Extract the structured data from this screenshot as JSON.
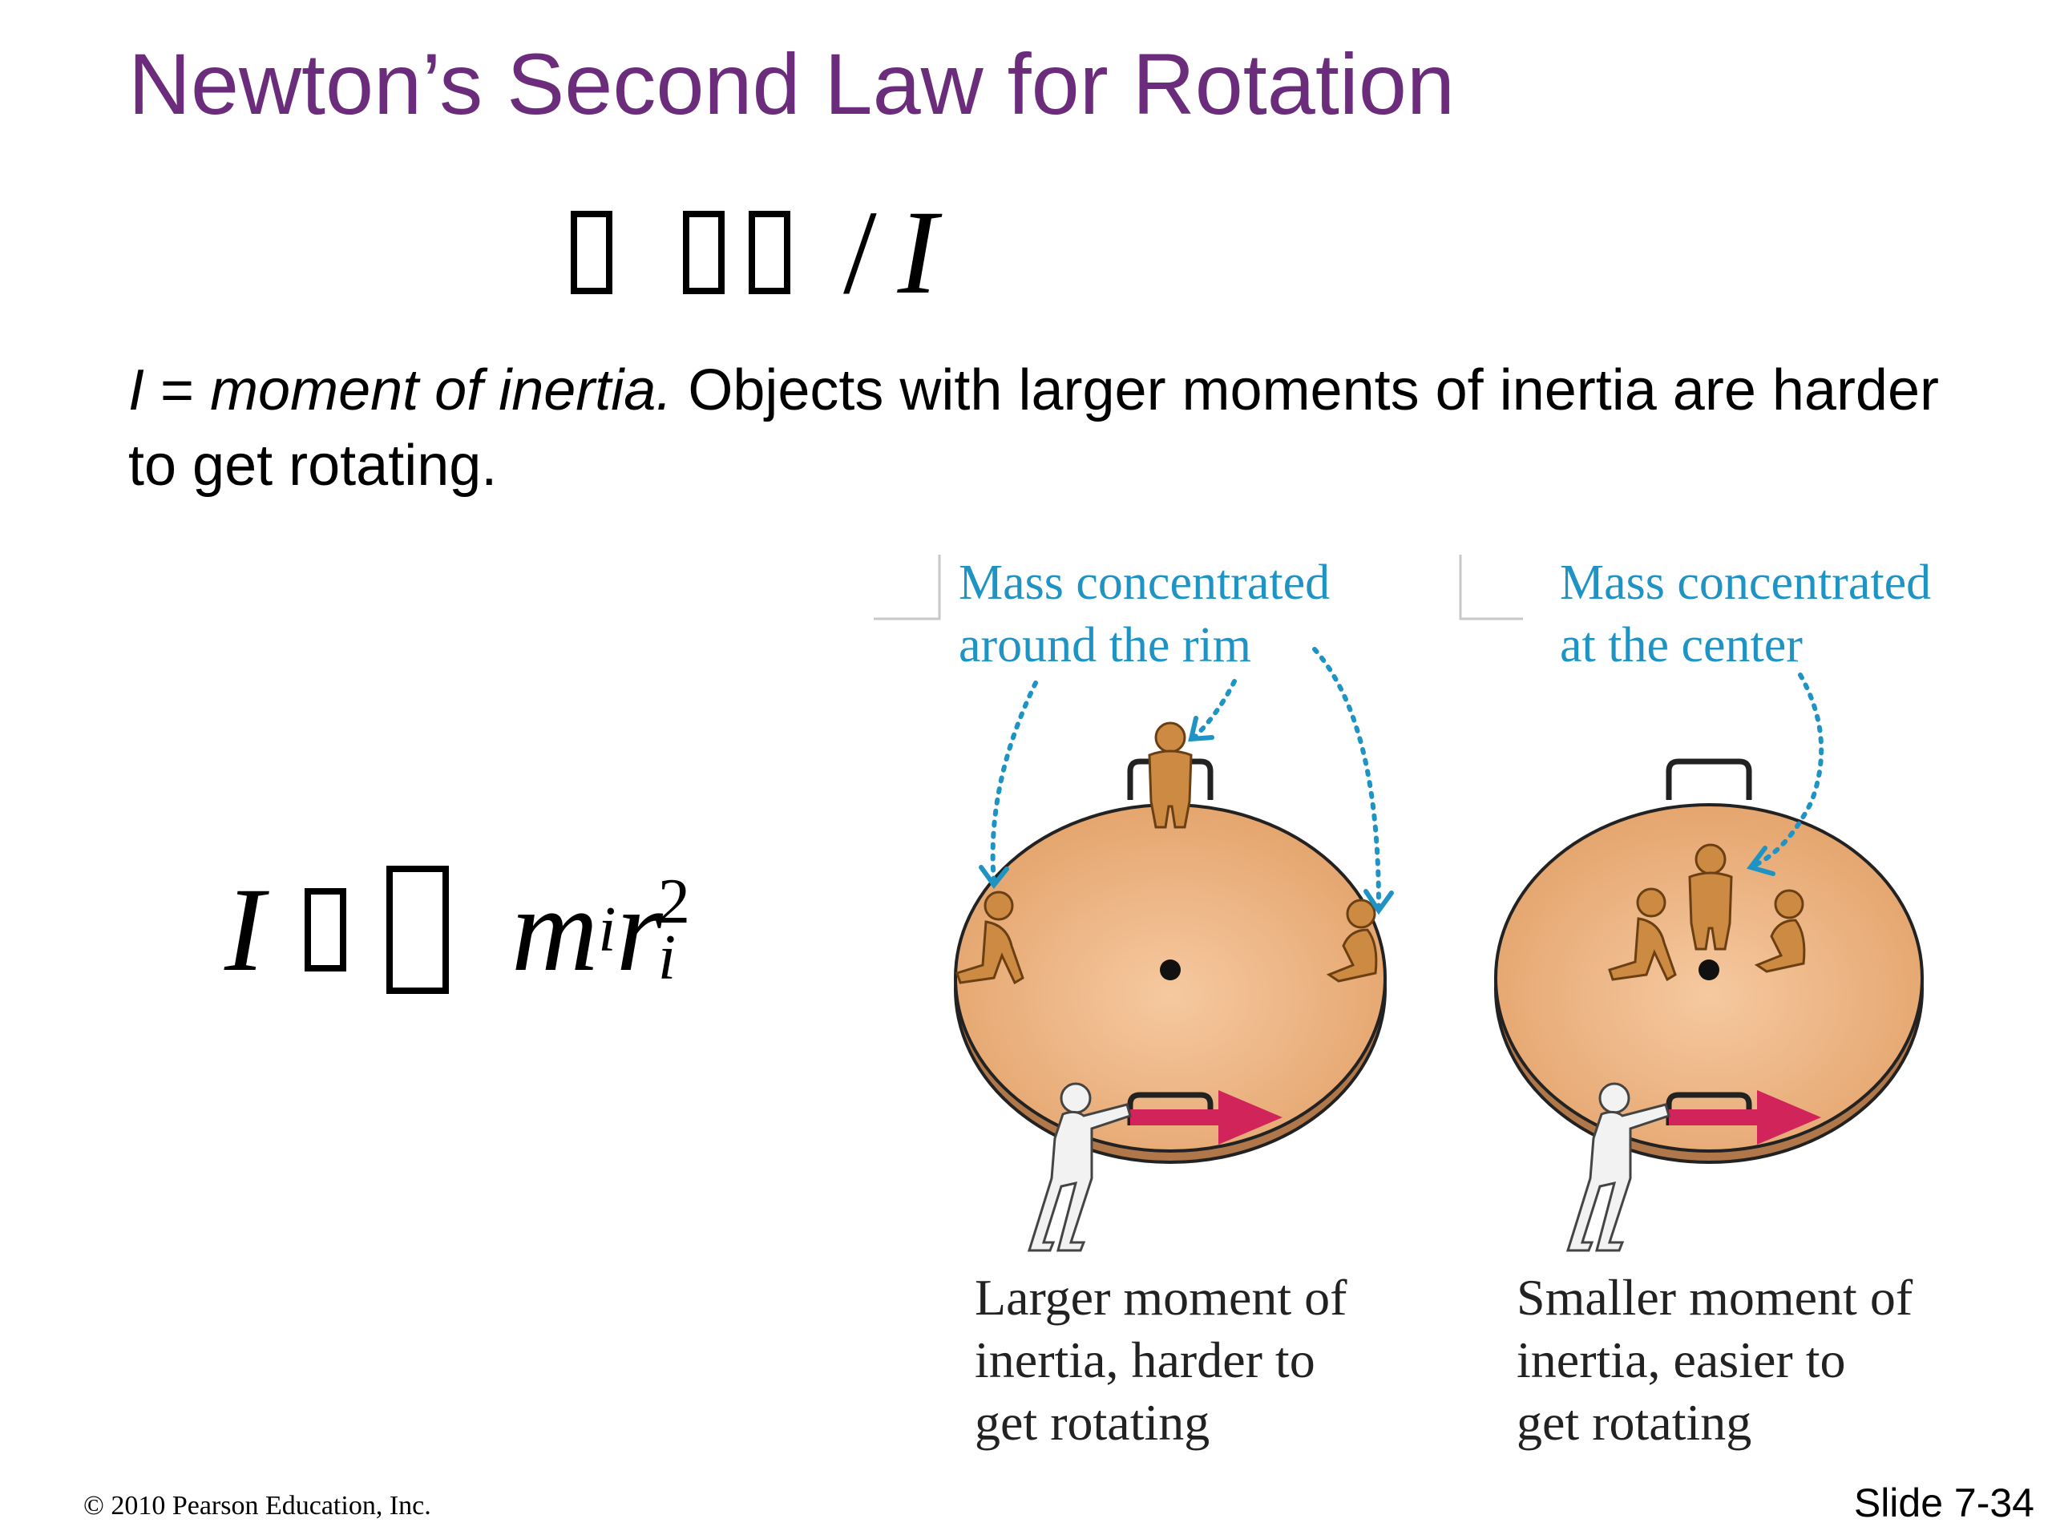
{
  "slide": {
    "title": "Newton’s Second Law for Rotation",
    "title_color": "#6b2d7b",
    "equation_top": {
      "slash": "/",
      "var": "I"
    },
    "description": {
      "italic_var": "I",
      "equals": " = ",
      "italic_term": "moment of inertia.",
      "rest": " Objects with larger moments of inertia are harder to get rotating."
    },
    "equation_inertia": {
      "lhs": "I",
      "m": "m",
      "sub_m": "i",
      "r": "r",
      "sub_r": "i",
      "sup_r": "2"
    },
    "figure": {
      "left_label": "Mass concentrated\naround the rim",
      "right_label": "Mass concentrated\nat the center",
      "left_caption": "Larger moment of\ninertia, harder to\nget rotating",
      "right_caption": "Smaller moment of\ninertia, easier to\nget rotating",
      "disk_color": "#e8a873",
      "figure_color": "#cd8a43",
      "arrow_color": "#d1245a",
      "label_color": "#1e93c4"
    },
    "copyright": "© 2010 Pearson Education, Inc.",
    "slide_number": "Slide 7-34"
  }
}
